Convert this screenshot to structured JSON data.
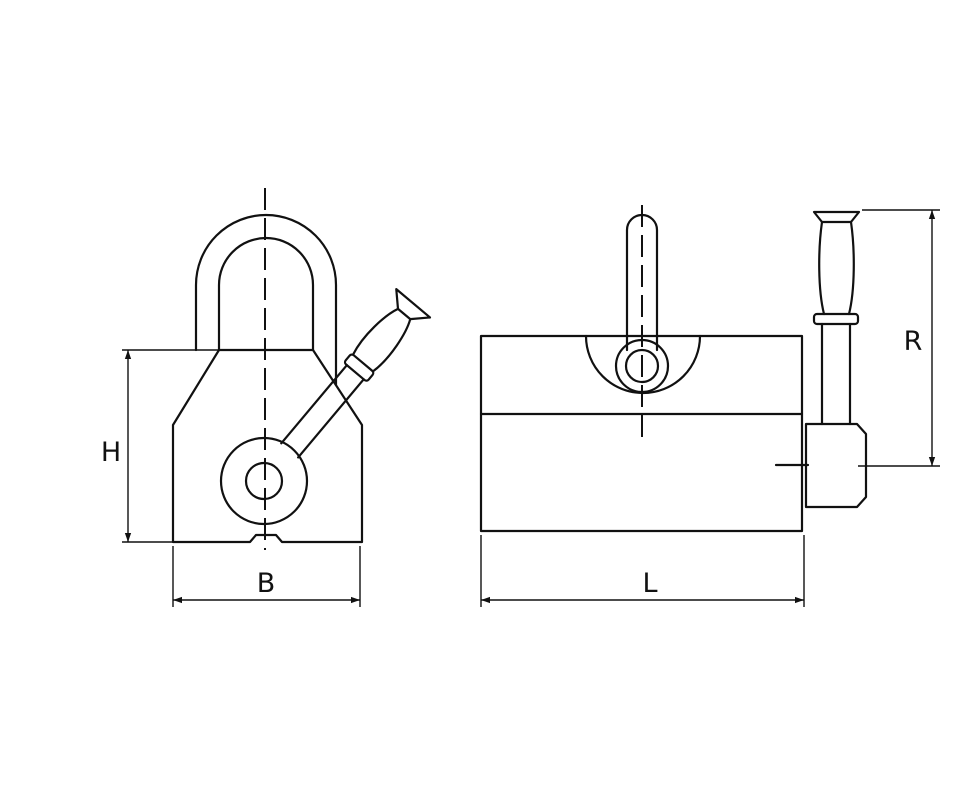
{
  "diagram": {
    "stroke_color": "#111111",
    "background": "#ffffff",
    "dimension_labels": {
      "height": "H",
      "width": "B",
      "length": "L",
      "handle_reach": "R"
    }
  }
}
